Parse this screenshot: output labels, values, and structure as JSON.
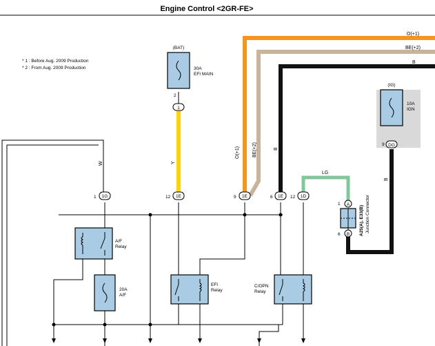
{
  "title": "Engine Control <2GR-FE>",
  "notes": [
    "* 1 : Before Aug. 2009 Production",
    "* 2 : From Aug. 2009 Production"
  ],
  "wires": {
    "o1": "O(+1)",
    "be2": "BE(+2)",
    "b": "B",
    "y": "Y",
    "w": "W",
    "lg": "LG"
  },
  "wire_colors": {
    "orange": "#f7941d",
    "tan": "#c8b49c",
    "black": "#111111",
    "yellow": "#ffd400",
    "green": "#80c89a",
    "relay_fill": "#a9cbe3",
    "ign_fill": "#d9d9d9"
  },
  "bat": {
    "label": "(BAT)",
    "fuse_amp": "30A",
    "fuse_name": "EFI MAIN",
    "pin": "2",
    "conn": "1"
  },
  "ig": {
    "label": "(IG)",
    "fuse_amp": "10A",
    "fuse_name": "IGN",
    "pin": "9",
    "conn": "DG"
  },
  "connectors": [
    {
      "pin": "1",
      "conn": "1G"
    },
    {
      "pin": "12",
      "conn": "1E"
    },
    {
      "pin": "9",
      "conn": "1E"
    },
    {
      "pin": "6",
      "conn": "1E"
    },
    {
      "pin": "12",
      "conn": "1D"
    }
  ],
  "junction": {
    "pin_a": "1",
    "a": "A",
    "pin_b": "6",
    "b": "B",
    "line1": "A25(A), E33(B)",
    "line2": "Junction Connector"
  },
  "relays": {
    "af": {
      "line1": "A/F",
      "line2": "Relay"
    },
    "af_fuse": {
      "line1": "20A",
      "line2": "A/F"
    },
    "efi": {
      "line1": "EFI",
      "line2": "Relay"
    },
    "copn": {
      "line1": "C/OPN",
      "line2": "Relay"
    }
  }
}
